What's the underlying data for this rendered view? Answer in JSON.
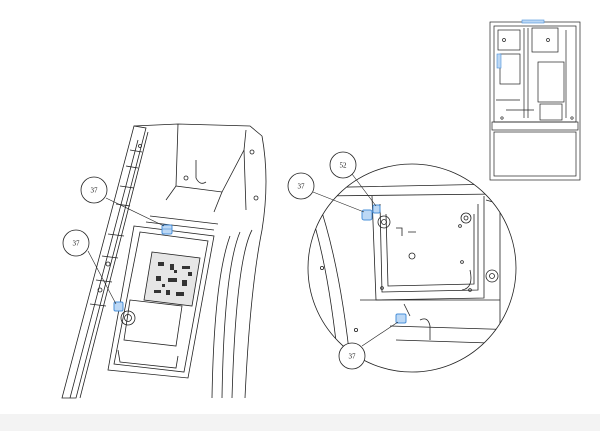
{
  "callouts": {
    "left_top": "37",
    "left_mid": "37",
    "right_left": "37",
    "right_top": "52",
    "right_bottom": "37"
  },
  "colors": {
    "line": "#222222",
    "part_highlight": "#4a90d9",
    "part_highlight_fill": "#bcd8f5",
    "footer": "#f3f3f3"
  }
}
